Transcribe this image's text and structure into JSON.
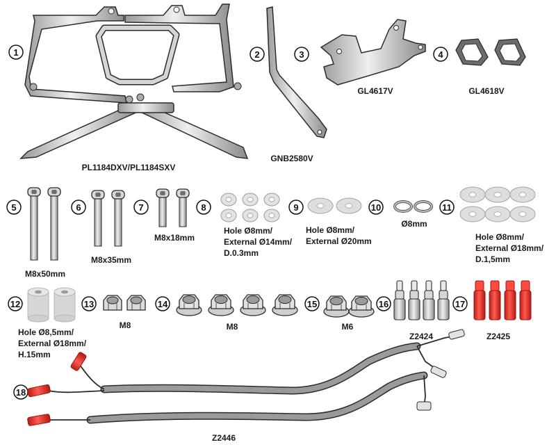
{
  "callouts": [
    "1",
    "2",
    "3",
    "4",
    "5",
    "6",
    "7",
    "8",
    "9",
    "10",
    "11",
    "12",
    "13",
    "14",
    "15",
    "16",
    "17",
    "18"
  ],
  "labels": {
    "p1": "PL1184DXV/PL1184SXV",
    "p2": "GNB2580V",
    "p3": "GL4617V",
    "p4": "GL4618V",
    "p5": "M8x50mm",
    "p6": "M8x35mm",
    "p7": "M8x18mm",
    "p8": [
      "Hole Ø8mm/",
      "External Ø14mm/",
      "D.0.3mm"
    ],
    "p9": [
      "Hole Ø8mm/",
      "External Ø20mm"
    ],
    "p10": "Ø8mm",
    "p11": [
      "Hole Ø8mm/",
      "External Ø18mm/",
      "D.1,5mm"
    ],
    "p12": [
      "Hole Ø8,5mm/",
      "External Ø18mm/",
      "H.15mm"
    ],
    "p13": "M8",
    "p14": "M8",
    "p15": "M6",
    "p16": "Z2424",
    "p17": "Z2425",
    "p18": "Z2446"
  },
  "colors": {
    "metal": "#c9c9c9",
    "metal_dark": "#8d8d8d",
    "washer": "#e2e2e2",
    "spacer": "#d4d4d4",
    "connector_red": "#e8322c",
    "cable": "#9a9a9a",
    "outline": "#2b2b2b"
  }
}
